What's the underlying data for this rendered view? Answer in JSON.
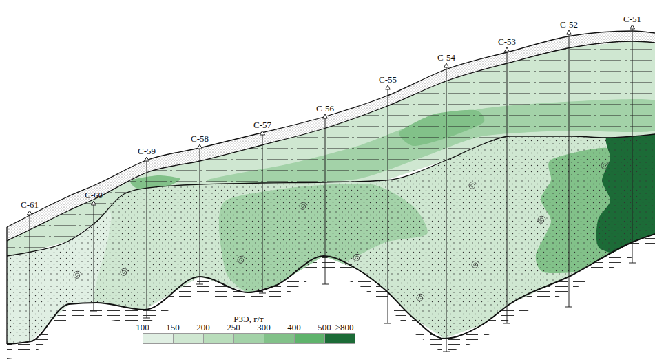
{
  "diagram": {
    "labels": [
      "С-61",
      "С-60",
      "С-59",
      "С-58",
      "С-57",
      "С-56",
      "С-55",
      "С-54",
      "С-53",
      "С-52",
      "С-51",
      "РЗЭ, г/т",
      ">800"
    ],
    "legend": [
      {
        "text": "100",
        "color": "#e0efe3"
      },
      {
        "text": "150",
        "color": "#cfe7d1"
      },
      {
        "text": "200",
        "color": "#b9ddbb"
      },
      {
        "text": "250",
        "color": "#a3d2a8"
      },
      {
        "text": "300",
        "color": "#82c189"
      },
      {
        "text": "400",
        "color": "#5fb36c"
      },
      {
        "text": "500",
        "color": "#1c6b37"
      }
    ]
  }
}
